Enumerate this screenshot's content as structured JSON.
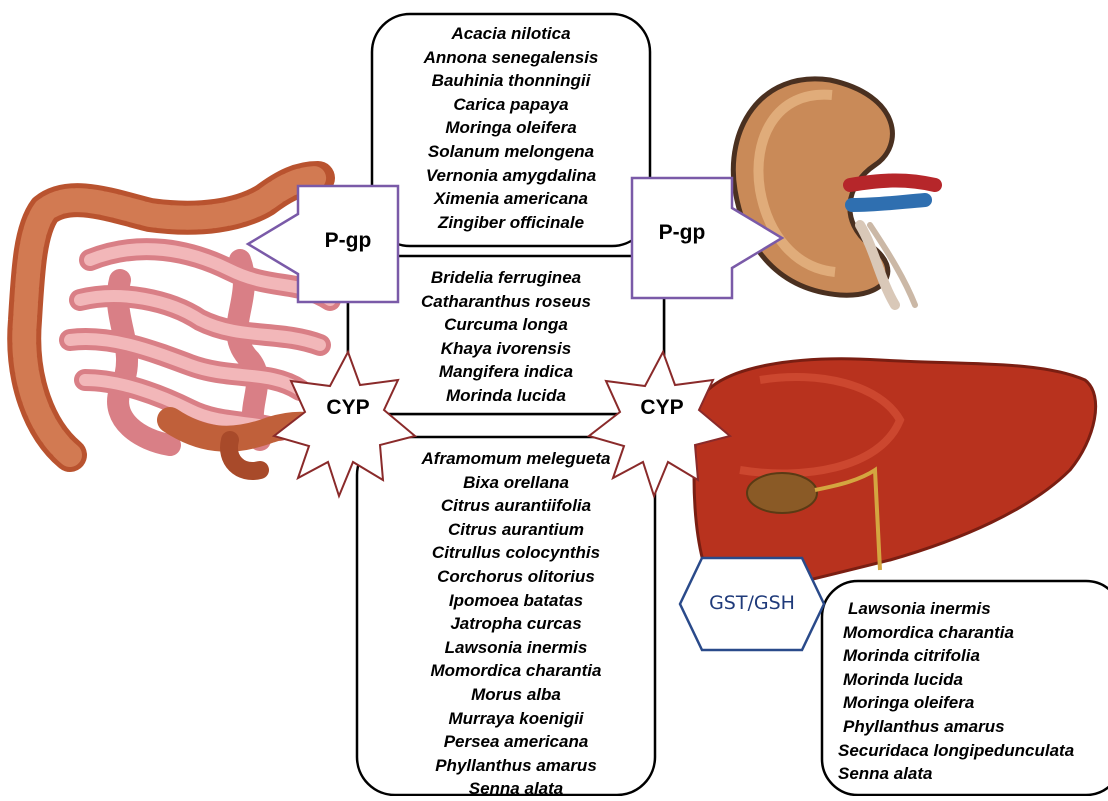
{
  "colors": {
    "box_border": "#000000",
    "pgp_border": "#7a5aa8",
    "cyp_border": "#8a2a2a",
    "gst_border": "#2a4a8a",
    "kidney": "#c98a58",
    "liver": "#b8321e",
    "intestine_large": "#c7643e",
    "intestine_small": "#e79a9a"
  },
  "organs": {
    "intestine": "intestine-illustration",
    "kidney": "kidney-illustration",
    "liver": "liver-illustration"
  },
  "labels": {
    "pgp_left": "P-gp",
    "pgp_right": "P-gp",
    "cyp_left": "CYP",
    "cyp_right": "CYP",
    "gst": "GST/GSH"
  },
  "lists": {
    "pgp": [
      "Acacia nilotica",
      "Annona senegalensis",
      "Bauhinia thonningii",
      "Carica papaya",
      "Moringa oleifera",
      "Solanum melongena",
      "Vernonia amygdalina",
      "Ximenia americana",
      "Zingiber officinale"
    ],
    "pgp_cyp": [
      "Bridelia ferruginea",
      "Catharanthus roseus",
      "Curcuma longa",
      "Khaya ivorensis",
      "Mangifera indica",
      "Morinda lucida"
    ],
    "cyp": [
      "Aframomum melegueta",
      "Bixa orellana",
      "Citrus aurantiifolia",
      "Citrus aurantium",
      "Citrullus colocynthis",
      "Corchorus olitorius",
      "Ipomoea batatas",
      "Jatropha curcas",
      "Lawsonia inermis",
      "Momordica charantia",
      "Morus alba",
      "Murraya koenigii",
      "Persea americana",
      "Phyllanthus amarus",
      "Senna alata"
    ],
    "gst": [
      "Lawsonia inermis",
      "Momordica charantia",
      "Morinda citrifolia",
      "Morinda lucida",
      "Moringa oleifera",
      "Phyllanthus amarus",
      "Securidaca longipedunculata",
      "Senna alata"
    ]
  }
}
